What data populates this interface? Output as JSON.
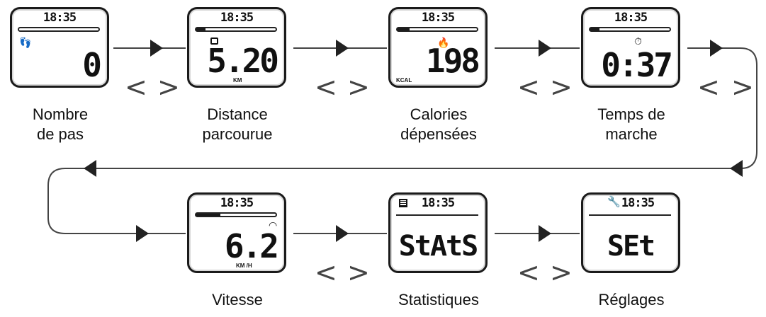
{
  "screens": [
    {
      "time": "18:35",
      "value": "0",
      "unit": "",
      "label_line1": "Nombre",
      "label_line2": "de pas",
      "icon": "footprints-icon",
      "progress": 0,
      "layout": "bar"
    },
    {
      "time": "18:35",
      "value": "5.20",
      "unit": "KM",
      "label_line1": "Distance",
      "label_line2": "parcourue",
      "icon": "house-icon",
      "progress": 0.12,
      "layout": "bar"
    },
    {
      "time": "18:35",
      "value": "198",
      "unit": "KCAL",
      "label_line1": "Calories",
      "label_line2": "dépensées",
      "icon": "flame-icon",
      "progress": 0.15,
      "layout": "bar"
    },
    {
      "time": "18:35",
      "value": "0:37",
      "unit": "",
      "label_line1": "Temps de",
      "label_line2": "marche",
      "icon": "timer-icon",
      "progress": 0.12,
      "layout": "bar"
    },
    {
      "time": "18:35",
      "value": "6.2",
      "unit": "KM /H",
      "label_line1": "Vitesse",
      "label_line2": "",
      "icon": "speedometer-icon",
      "progress": 0.3,
      "layout": "bar"
    },
    {
      "time": "18:35",
      "value": "StAtS",
      "unit": "",
      "label_line1": "Statistiques",
      "label_line2": "",
      "icon": "calendar-icon",
      "progress": null,
      "layout": "sep"
    },
    {
      "time": "18:35",
      "value": "SEt",
      "unit": "",
      "label_line1": "Réglages",
      "label_line2": "",
      "icon": "wrench-icon",
      "progress": null,
      "layout": "sep"
    }
  ],
  "nav": {
    "prev": "<",
    "next": ">"
  },
  "colors": {
    "line": "#444444",
    "arrow": "#222222",
    "screen_border": "#1a1a1a"
  }
}
